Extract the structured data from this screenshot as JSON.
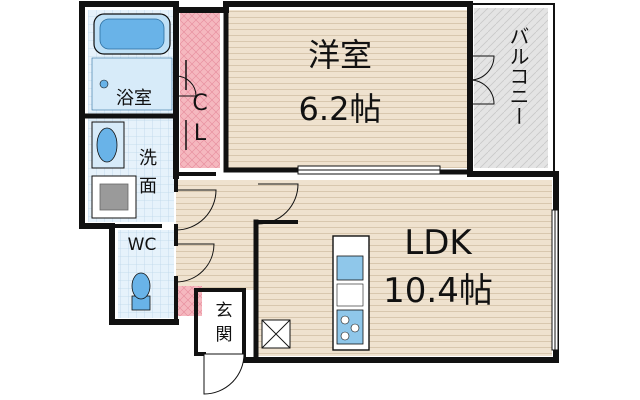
{
  "rooms": {
    "western_room": {
      "name": "洋室",
      "size": "6.2帖"
    },
    "ldk": {
      "name": "LDK",
      "size": "10.4帖"
    },
    "balcony": {
      "name": "バルコニー"
    },
    "bathroom": {
      "name": "浴室"
    },
    "washroom": {
      "name_line1": "洗",
      "name_line2": "面"
    },
    "closet": {
      "name_line1": "C",
      "name_line2": "L"
    },
    "toilet": {
      "name": "WC"
    },
    "entrance": {
      "name_line1": "玄",
      "name_line2": "関"
    }
  },
  "colors": {
    "wall": "#111111",
    "wood_floor": "#efe2cf",
    "wood_line": "#d8c7ae",
    "closet_pink": "#f5b8bf",
    "tile_blue": "#dfeefa",
    "fixture_blue": "#69b3e8",
    "balcony_gray": "#e4e4e4",
    "kitchen_blue": "#8fc7ea"
  }
}
